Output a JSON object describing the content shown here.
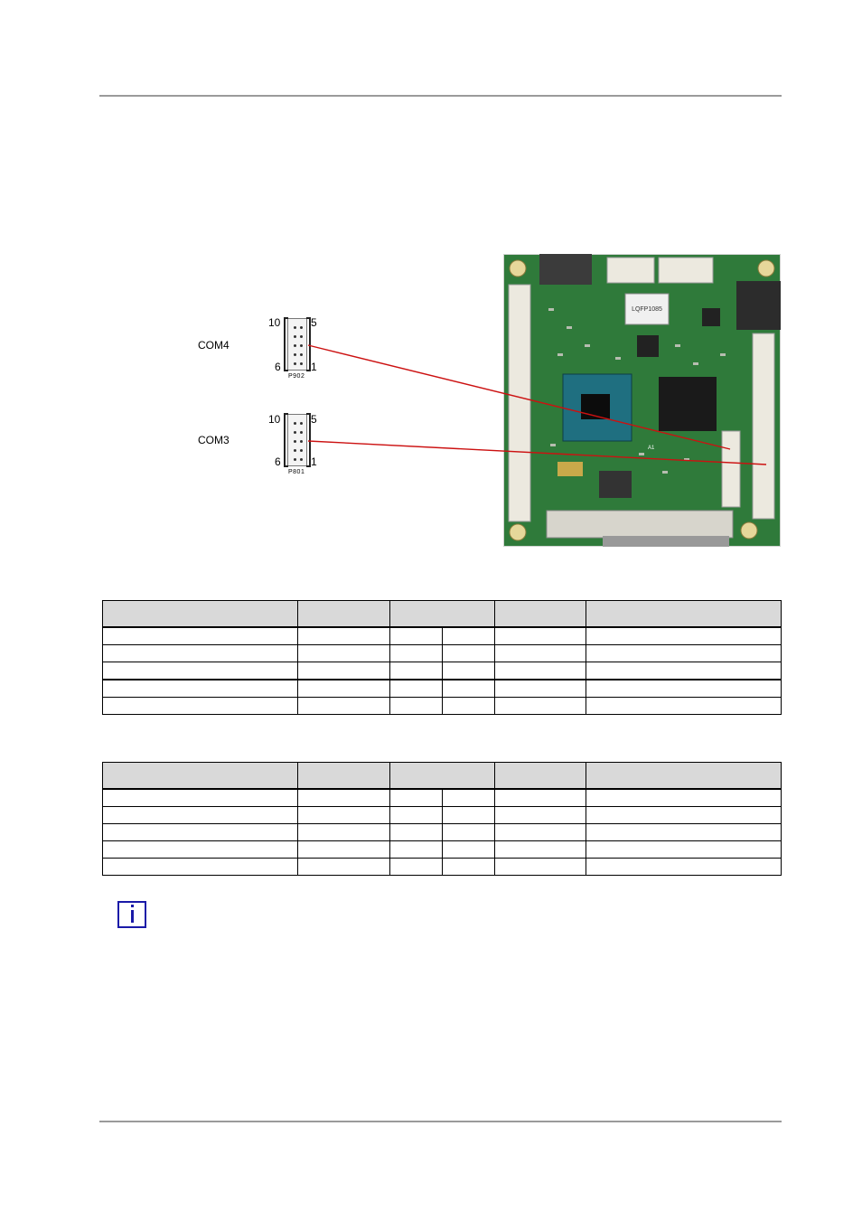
{
  "diagram": {
    "com4": {
      "label": "COM4",
      "pin_tl": "10",
      "pin_tr": "5",
      "pin_bl": "6",
      "pin_br": "1",
      "connector": "P902"
    },
    "com3": {
      "label": "COM3",
      "pin_tl": "10",
      "pin_tr": "5",
      "pin_bl": "6",
      "pin_br": "1",
      "connector": "P801"
    },
    "board_chip_text": "LQFP1085",
    "board_corner_text": "A1",
    "leader_color": "#cc1111"
  },
  "table1": {
    "rows": 5,
    "columns": 6
  },
  "table2": {
    "rows": 5,
    "columns": 6
  },
  "info_icon": "info-icon"
}
